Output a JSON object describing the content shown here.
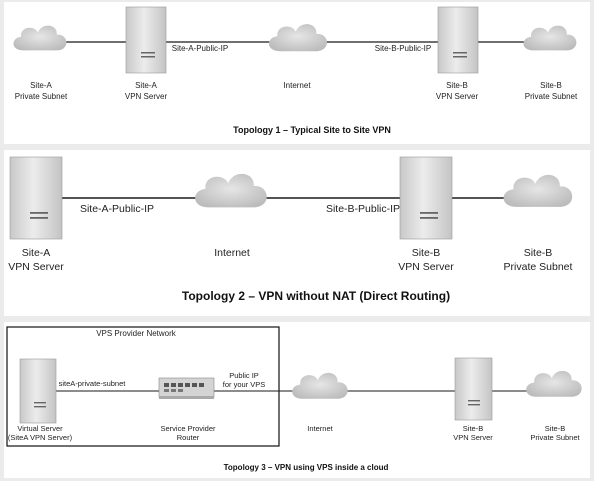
{
  "topology1": {
    "title": "Topology 1 – Typical Site to Site VPN",
    "site_a_subnet": [
      "Site-A",
      "Private Subnet"
    ],
    "site_a_server": [
      "Site-A",
      "VPN Server"
    ],
    "site_a_ip": "Site-A-Public-IP",
    "internet": "Internet",
    "site_b_ip": "Site-B-Public-IP",
    "site_b_server": [
      "Site-B",
      "VPN Server"
    ],
    "site_b_subnet": [
      "Site-B",
      "Private Subnet"
    ]
  },
  "topology2": {
    "title": "Topology 2 – VPN without NAT (Direct Routing)",
    "site_a_server": [
      "Site-A",
      "VPN Server"
    ],
    "site_a_ip": "Site-A-Public-IP",
    "internet": "Internet",
    "site_b_ip": "Site-B-Public-IP",
    "site_b_server": [
      "Site-B",
      "VPN Server"
    ],
    "site_b_subnet": [
      "Site-B",
      "Private Subnet"
    ]
  },
  "topology3": {
    "title": "Topology 3 – VPN using VPS inside a cloud",
    "provider_network": "VPS Provider Network",
    "virtual_server": [
      "Virtual Server",
      "(SiteA VPN Server)"
    ],
    "subnet_link": "siteA-private-subnet",
    "public_ip": [
      "Public IP",
      "for your VPS"
    ],
    "router": [
      "Service Provider",
      "Router"
    ],
    "internet": "Internet",
    "site_b_server": [
      "Site-B",
      "VPN Server"
    ],
    "site_b_subnet": [
      "Site-B",
      "Private Subnet"
    ]
  },
  "colors": {
    "server_body": "#dddddd",
    "server_outline": "#999999",
    "cloud_fill": "#d6d6d6",
    "router_fill": "#d0d0d0",
    "background": "#ebebeb"
  }
}
